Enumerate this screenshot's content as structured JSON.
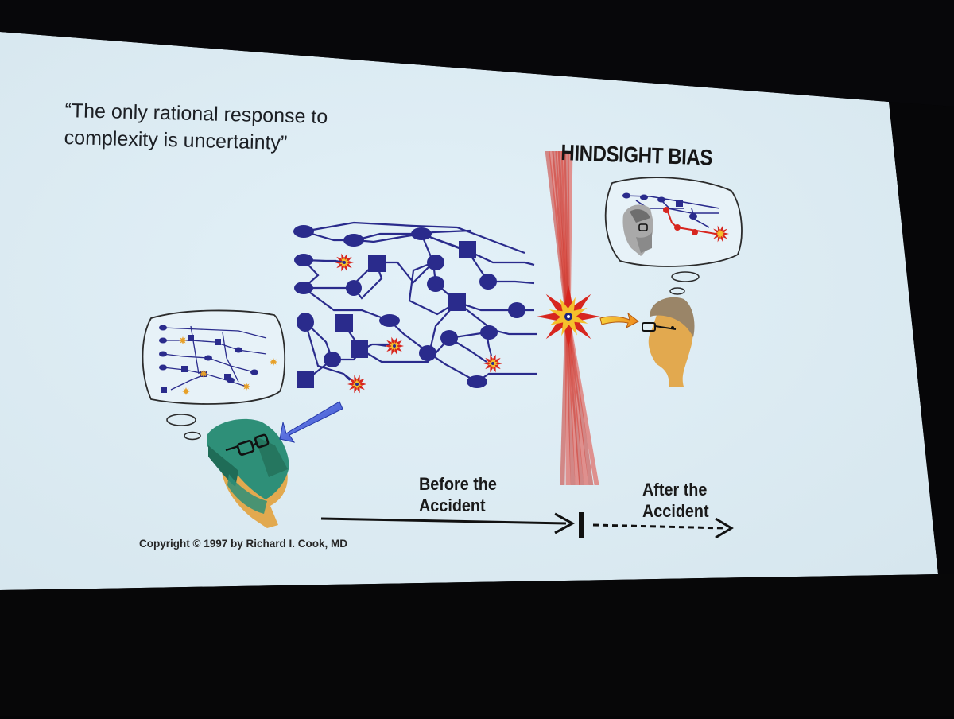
{
  "slide": {
    "quote": "“The only rational response to complexity is uncertainty”",
    "hindsight_title": "HINDSIGHT BIAS",
    "before_label_line1": "Before the",
    "before_label_line2": "Accident",
    "after_label_line1": "After the",
    "after_label_line2": "Accident",
    "copyright": "Copyright © 1997 by Richard I. Cook, MD"
  },
  "colors": {
    "slide_background": "#dfeef6",
    "room_background": "#050507",
    "network_blue": "#2a2b8c",
    "hazard_red": "#d7261f",
    "burst_yellow": "#f5c02c",
    "surgeon_cap_green": "#2e8f78",
    "skin_tone": "#e2a94f",
    "blue_arrow": "#3d57d6"
  }
}
